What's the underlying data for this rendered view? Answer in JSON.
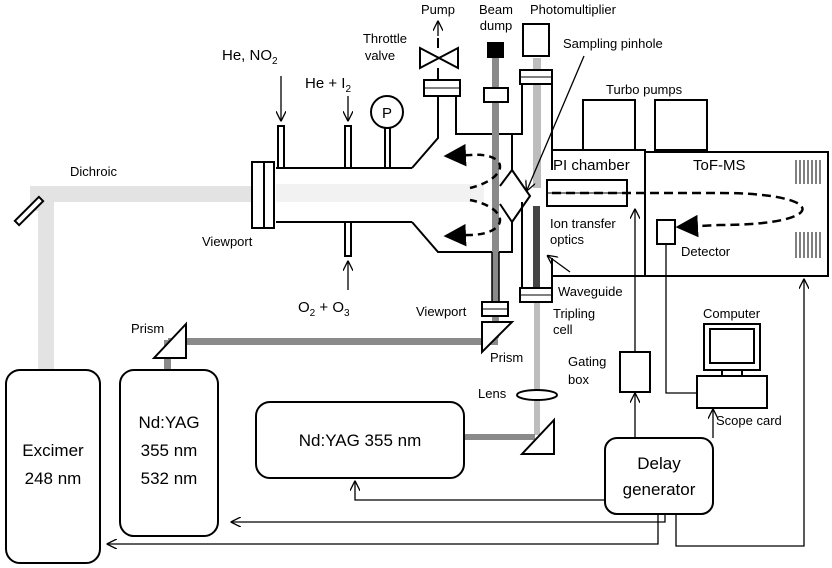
{
  "labels": {
    "pump": "Pump",
    "beam_dump": "Beam",
    "beam_dump_2": "dump",
    "photomultiplier": "Photomultiplier",
    "throttle_valve": "Throttle",
    "throttle_valve_2": "valve",
    "sampling_pinhole": "Sampling pinhole",
    "he_no2": "He, NO",
    "he_no2_sub": "2",
    "he_i2": "He + I",
    "he_i2_sub": "2",
    "pressure_gauge": "P",
    "turbo_pumps": "Turbo pumps",
    "dichroic": "Dichroic",
    "pi_chamber": "PI chamber",
    "tof_ms": "ToF-MS",
    "viewport_left": "Viewport",
    "ion_transfer": "Ion transfer",
    "ion_transfer_2": "optics",
    "detector": "Detector",
    "o2_o3_a": "O",
    "o2_o3_sub1": "2",
    "o2_o3_b": " + O",
    "o2_o3_sub2": "3",
    "viewport_bottom": "Viewport",
    "waveguide": "Waveguide",
    "tripling": "Tripling",
    "tripling_2": "cell",
    "prism_left": "Prism",
    "prism_right": "Prism",
    "computer": "Computer",
    "gating": "Gating",
    "gating_2": "box",
    "lens": "Lens",
    "scope_card": "Scope card",
    "excimer": "Excimer",
    "excimer_2": "248 nm",
    "ndyag_a": "Nd:YAG",
    "ndyag_a_2": "355 nm",
    "ndyag_a_3": "532 nm",
    "ndyag_b": "Nd:YAG 355 nm",
    "delay_gen": "Delay",
    "delay_gen_2": "generator"
  }
}
